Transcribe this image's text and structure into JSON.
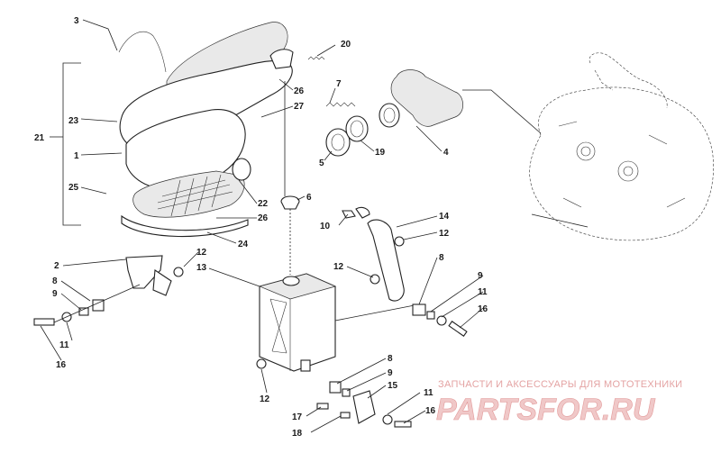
{
  "callouts": [
    {
      "id": "c3",
      "text": "3"
    },
    {
      "id": "c20",
      "text": "20"
    },
    {
      "id": "c26a",
      "text": "26"
    },
    {
      "id": "c7",
      "text": "7"
    },
    {
      "id": "c27",
      "text": "27"
    },
    {
      "id": "c21",
      "text": "21"
    },
    {
      "id": "c23",
      "text": "23"
    },
    {
      "id": "c1",
      "text": "1"
    },
    {
      "id": "c5",
      "text": "5"
    },
    {
      "id": "c19",
      "text": "19"
    },
    {
      "id": "c4",
      "text": "4"
    },
    {
      "id": "c25",
      "text": "25"
    },
    {
      "id": "c22",
      "text": "22"
    },
    {
      "id": "c6",
      "text": "6"
    },
    {
      "id": "c26b",
      "text": "26"
    },
    {
      "id": "c24",
      "text": "24"
    },
    {
      "id": "c10",
      "text": "10"
    },
    {
      "id": "c14",
      "text": "14"
    },
    {
      "id": "c12a",
      "text": "12"
    },
    {
      "id": "c12b",
      "text": "12"
    },
    {
      "id": "c2",
      "text": "2"
    },
    {
      "id": "c13",
      "text": "13"
    },
    {
      "id": "c12c",
      "text": "12"
    },
    {
      "id": "c8a",
      "text": "8"
    },
    {
      "id": "c8b",
      "text": "8"
    },
    {
      "id": "c9a",
      "text": "9"
    },
    {
      "id": "c9b",
      "text": "9"
    },
    {
      "id": "c11a",
      "text": "11"
    },
    {
      "id": "c11b",
      "text": "11"
    },
    {
      "id": "c16a",
      "text": "16"
    },
    {
      "id": "c16b",
      "text": "16"
    },
    {
      "id": "c12d",
      "text": "12"
    },
    {
      "id": "c8c",
      "text": "8"
    },
    {
      "id": "c9c",
      "text": "9"
    },
    {
      "id": "c15",
      "text": "15"
    },
    {
      "id": "c11c",
      "text": "11"
    },
    {
      "id": "c17",
      "text": "17"
    },
    {
      "id": "c16c",
      "text": "16"
    },
    {
      "id": "c18",
      "text": "18"
    }
  ],
  "watermark": {
    "tagline": "ЗАПЧАСТИ И АКСЕССУАРЫ ДЛЯ МОТОТЕХНИКИ",
    "brand": "PARTSFOR.RU"
  }
}
